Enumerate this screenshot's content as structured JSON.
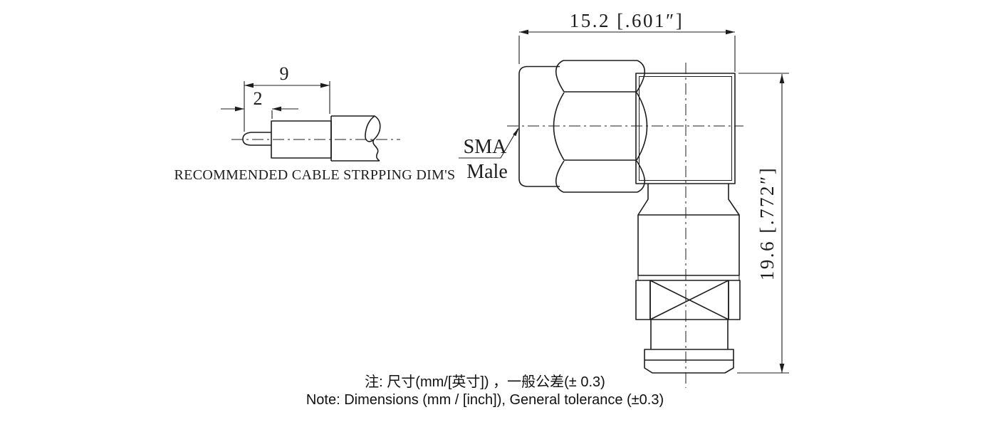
{
  "colors": {
    "line": "#1d1d1d",
    "background": "#ffffff",
    "note_text": "#111111"
  },
  "stripping_view": {
    "caption": "RECOMMENDED CABLE STRPPING DIM'S",
    "dim_overall": {
      "label": "9",
      "mm": 9
    },
    "dim_pin": {
      "label": "2",
      "mm": 2
    }
  },
  "connector_view": {
    "connector_label": {
      "line1": "SMA",
      "line2": "Male"
    },
    "dim_width": {
      "label": "15.2 [.601″]",
      "mm": 15.2,
      "inch": 0.601
    },
    "dim_height": {
      "label": "19.6 [.772″]",
      "mm": 19.6,
      "inch": 0.772
    }
  },
  "notes": {
    "zh": "注: 尺寸(mm/[英寸]) ，一般公差(± 0.3)",
    "en": "Note: Dimensions (mm / [inch]), General tolerance (±0.3)"
  }
}
